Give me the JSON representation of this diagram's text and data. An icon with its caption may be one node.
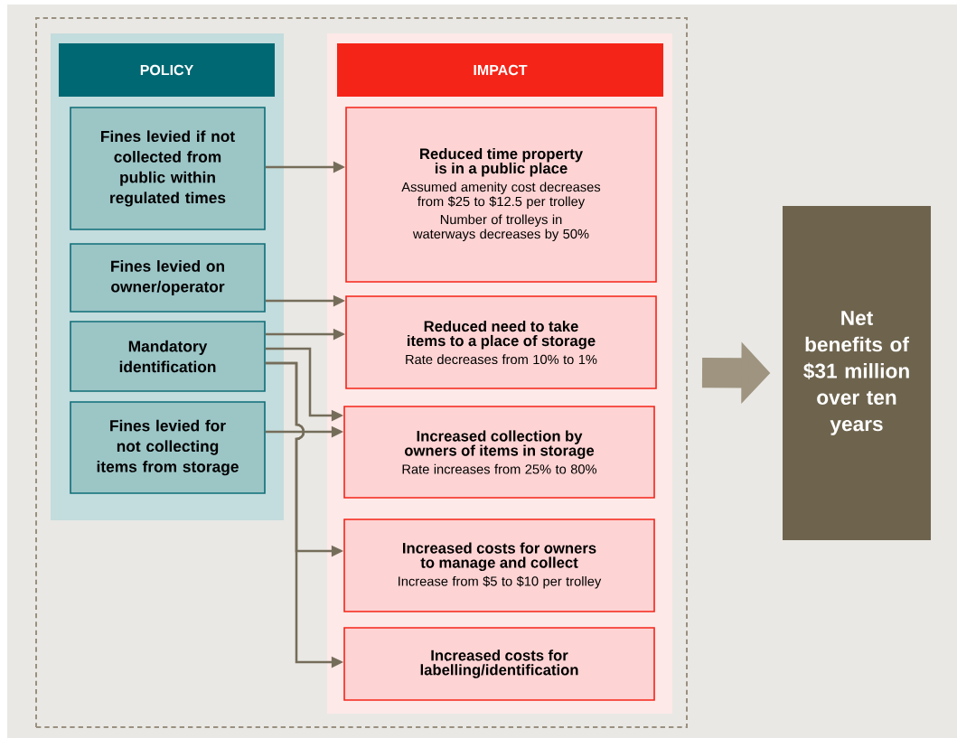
{
  "diagram": {
    "nodes": [
      {
        "text": [],
        "shape": "box"
      },
      {
        "text": [],
        "shape": "box",
        "in": 0
      },
      {
        "text": [
          "POLICY"
        ],
        "in": 1
      },
      {
        "text": [
          "Fines levied if not collected from public within regulated times"
        ],
        "in": 1
      },
      {
        "text": [
          "Fines levied on owner/operator"
        ],
        "in": 1
      },
      {
        "text": [
          "Mandatory identification"
        ],
        "in": 1
      },
      {
        "text": [
          "Fines levied for not collecting items from storage"
        ],
        "in": 1
      },
      {
        "text": [],
        "shape": "box",
        "in": 0
      },
      {
        "text": [
          "IMPACT"
        ],
        "in": 7
      },
      {
        "text": [
          "Reduced time property is in a public place",
          "Assumed amenity cost decreases from $25 to $12.5 per trolley",
          "Number of trolleys in waterways decreases by 50%"
        ],
        "in": 7
      },
      {
        "text": [
          "Reduced need to take items to a place of storage",
          "Rate decreases from 10% to 1%"
        ],
        "in": 7
      },
      {
        "text": [
          "Increased collection by owners of items in storage",
          "Rate increases from 25% to 80%"
        ],
        "in": 7
      },
      {
        "text": [
          "Increased costs for owners to manage and collect",
          "Increase from $5 to $10 per trolley"
        ],
        "in": 7
      },
      {
        "text": [
          "Increased costs for labelling/identification"
        ],
        "in": 7
      },
      {
        "text": [
          "Net benefits of $31 million over ten years"
        ]
      }
    ],
    "edges": [
      {
        "from": 3,
        "to": 9,
        "arrow": "to"
      },
      {
        "from": 4,
        "to": 10,
        "arrow": "to"
      },
      {
        "from": 5,
        "to": 10,
        "arrow": "to"
      },
      {
        "from": 5,
        "to": 11,
        "arrow": "to"
      },
      {
        "from": 6,
        "to": 11,
        "arrow": "to"
      },
      {
        "from": 5,
        "to": 12,
        "arrow": "to"
      },
      {
        "from": 5,
        "to": 13,
        "arrow": "to"
      },
      {
        "from": 0,
        "to": 14,
        "arrow": "to",
        "style": "thick",
        "color": "#9e9480"
      }
    ]
  }
}
